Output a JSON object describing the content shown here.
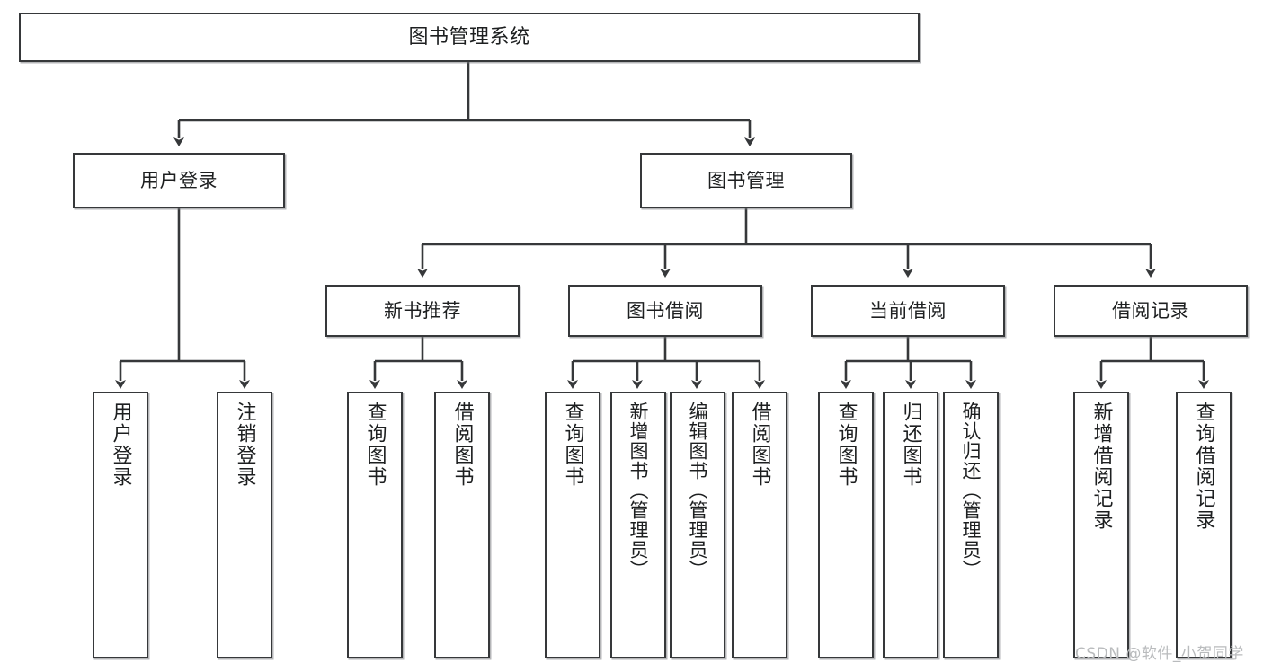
{
  "diagram": {
    "title": "图书管理系统",
    "watermark": "CSDN @软件_小贺同学",
    "line_color": "#36383a",
    "box_fill": "#ffffff",
    "text_color": "#1d1f20",
    "watermark_color": "#b9bbbd",
    "levels": {
      "root": "图书管理系统",
      "level2": [
        "用户登录",
        "图书管理"
      ],
      "level3": [
        "新书推荐",
        "图书借阅",
        "当前借阅",
        "借阅记录"
      ],
      "level4": [
        "用户登录",
        "注销登录",
        "查询图书",
        "借阅图书",
        "查询图书",
        "新增图书（管理员）",
        "编辑图书（管理员）",
        "借阅图书",
        "查询图书",
        "归还图书",
        "确认归还（管理员）",
        "新增借阅记录",
        "查询借阅记录"
      ]
    },
    "nodes": {
      "root": {
        "label": "图书管理系统"
      },
      "user_login": {
        "label": "用户登录"
      },
      "book_manage": {
        "label": "图书管理"
      },
      "new_book_rec": {
        "label": "新书推荐"
      },
      "book_borrow": {
        "label": "图书借阅"
      },
      "current_borrow": {
        "label": "当前借阅"
      },
      "borrow_record": {
        "label": "借阅记录"
      },
      "leaf_user_login": {
        "label": "用户登录"
      },
      "leaf_logout": {
        "label": "注销登录"
      },
      "leaf_query_book_1": {
        "label": "查询图书"
      },
      "leaf_borrow_book_1": {
        "label": "借阅图书"
      },
      "leaf_query_book_2": {
        "label": "查询图书"
      },
      "leaf_add_book": {
        "label": "新增图书（管理员）"
      },
      "leaf_edit_book": {
        "label": "编辑图书（管理员）"
      },
      "leaf_borrow_book_2": {
        "label": "借阅图书"
      },
      "leaf_query_book_3": {
        "label": "查询图书"
      },
      "leaf_return_book": {
        "label": "归还图书"
      },
      "leaf_confirm_return": {
        "label": "确认归还（管理员）"
      },
      "leaf_add_record": {
        "label": "新增借阅记录"
      },
      "leaf_query_record": {
        "label": "查询借阅记录"
      }
    }
  }
}
